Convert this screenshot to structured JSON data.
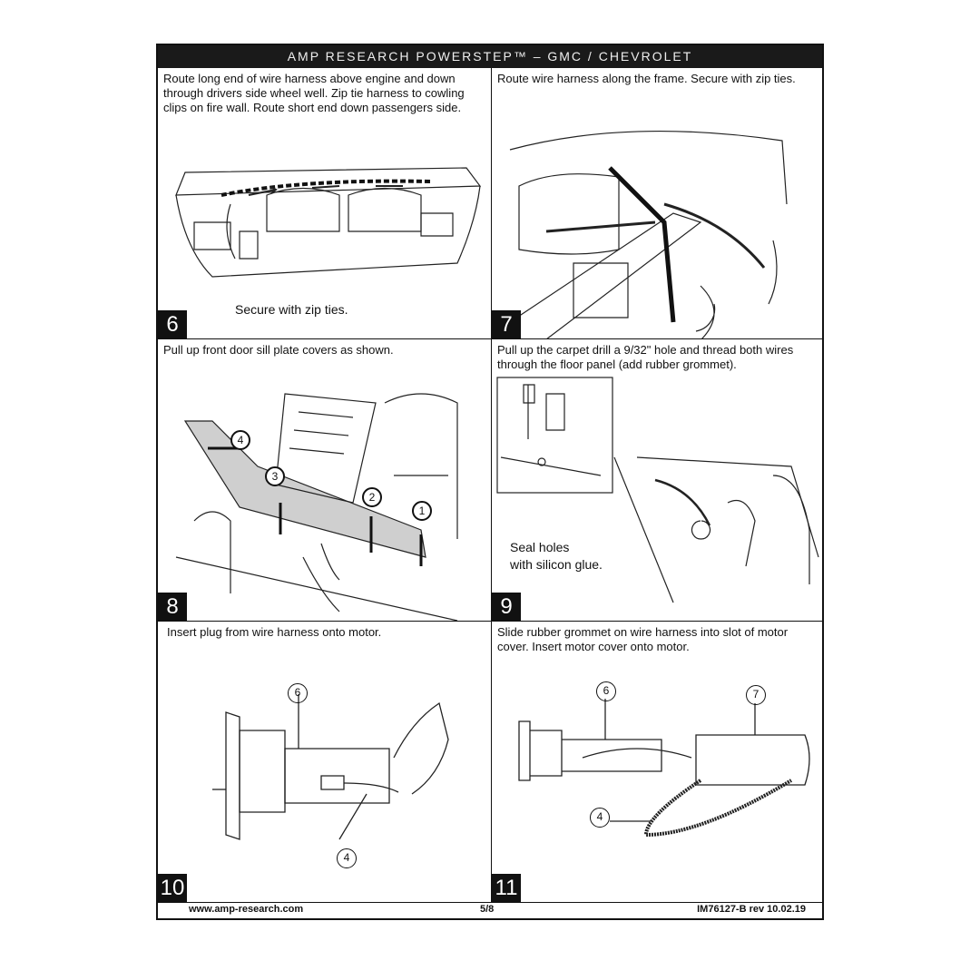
{
  "header": {
    "title": "AMP RESEARCH POWERSTEP™ – GMC / CHEVROLET"
  },
  "steps": [
    {
      "number": "6",
      "text": "Route long end of wire harness above engine and down through drivers side wheel well.  Zip tie harness to cowling clips on fire wall.  Route short end down passengers side.",
      "caption": "Secure with zip ties."
    },
    {
      "number": "7",
      "text": "Route wire harness along the frame.  Secure with zip ties."
    },
    {
      "number": "8",
      "text": "Pull up front door sill plate covers as shown.",
      "callouts": [
        "4",
        "3",
        "2",
        "1"
      ]
    },
    {
      "number": "9",
      "text": "Pull up the carpet drill a 9/32\" hole and thread both wires through the floor panel (add rubber grommet).",
      "caption_line1": "Seal holes",
      "caption_line2": "with silicon glue."
    },
    {
      "number": "10",
      "text": "Insert plug from wire harness onto motor.",
      "callouts": [
        "6",
        "4"
      ]
    },
    {
      "number": "11",
      "text": "Slide rubber grommet on wire harness into slot of motor cover. Insert motor cover onto motor.",
      "callouts": [
        "6",
        "7",
        "4"
      ]
    }
  ],
  "footer": {
    "website": "www.amp-research.com",
    "page": "5/8",
    "doc_id": "IM76127-B rev 10.02.19"
  }
}
